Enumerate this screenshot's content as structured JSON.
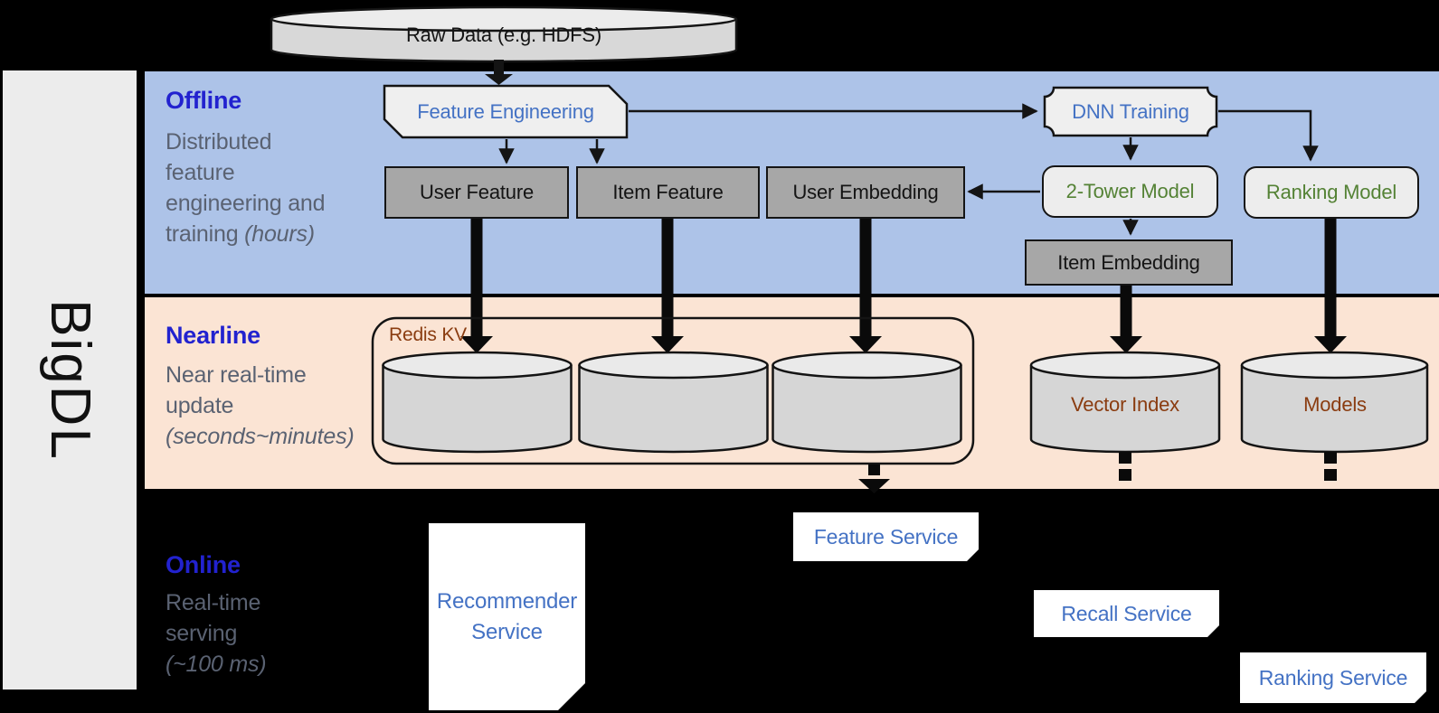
{
  "brand": "BigDL",
  "raw_data_label": "Raw Data (e.g. HDFS)",
  "sections": {
    "offline": {
      "title": "Offline",
      "lines": [
        "Distributed",
        "feature",
        "engineering and",
        "training "
      ],
      "italic": "(hours)"
    },
    "nearline": {
      "title": "Nearline",
      "lines": [
        "Near real-time",
        "update"
      ],
      "italic": "(seconds~minutes)"
    },
    "online": {
      "title": "Online",
      "lines": [
        "Real-time",
        "serving"
      ],
      "italic": "(~100 ms)"
    }
  },
  "nodes": {
    "feature_engineering": "Feature Engineering",
    "dnn_training": "DNN Training",
    "user_feature": "User Feature",
    "item_feature": "Item Feature",
    "user_embedding": "User Embedding",
    "two_tower_model": "2-Tower Model",
    "ranking_model": "Ranking Model",
    "item_embedding": "Item Embedding",
    "redis_kv": "Redis KV",
    "vector_index": "Vector Index",
    "models": "Models"
  },
  "services": {
    "feature": "Feature Service",
    "recall": "Recall Service",
    "ranking": "Ranking Service",
    "recommender": "Recommender Service"
  },
  "colors": {
    "section_label_blue": "#2222cf",
    "description_gray": "#5a6272",
    "node_text_blue": "#4472c4",
    "node_text_green": "#548235",
    "node_text_brown": "#8a3c10",
    "offline_band": "#adc3e8",
    "nearline_band": "#fbe4d4",
    "dark_gray_box": "#a7a7a7",
    "light_box": "#ededed",
    "cylinder_fill": "#d6d6d6",
    "background": "#000000",
    "sidebar_gray": "#ececec"
  },
  "icons": {
    "cylinder": "database-cylinder-icon",
    "document": "document-page-icon",
    "arrow": "flow-arrow-icon"
  }
}
